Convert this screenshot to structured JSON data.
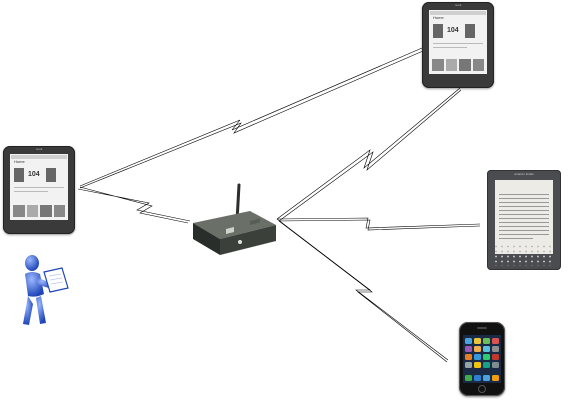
{
  "devices": {
    "nook_left": {
      "icon": "nook-ereader-icon",
      "brand": "nook",
      "screen_title": "Home",
      "big_number": "104"
    },
    "nook_top": {
      "icon": "nook-ereader-icon",
      "brand": "nook",
      "screen_title": "Home",
      "big_number": "104"
    },
    "kindle": {
      "icon": "kindle-ereader-icon",
      "brand": "amazon kindle"
    },
    "iphone": {
      "icon": "iphone-icon"
    },
    "router": {
      "icon": "wireless-router-icon"
    },
    "user": {
      "icon": "person-reading-icon"
    }
  },
  "colors": {
    "link_line": "#000000",
    "router_body": "#3c403b",
    "person": "#2f5bd6",
    "background": "#ffffff"
  }
}
